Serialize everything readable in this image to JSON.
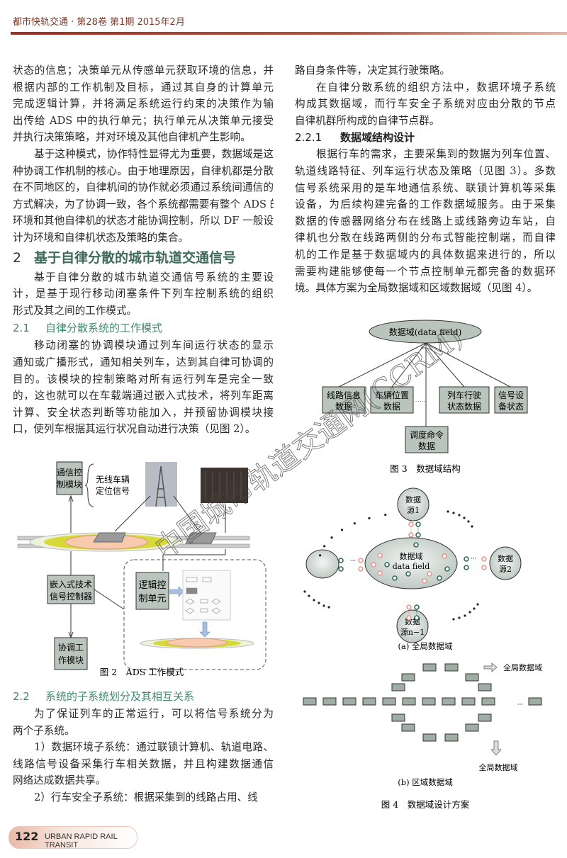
{
  "header": {
    "journal": "都市快轨交通 · 第28卷 第1期 2015年2月"
  },
  "left": [
    {
      "type": "p",
      "indent": false,
      "lines": [
        "状态的信息；决策单元从传感单元获取环境的信息，并",
        "根据内部的工作机制及目标，通过其自身的计算单元",
        "完成逻辑计算，并将满足系统运行约束的决策作为输",
        "出传给 ADS 中的执行单元；执行单元从决策单元接受",
        "并执行决策策略，并对环境及其他自律机产生影响。"
      ]
    },
    {
      "type": "p",
      "indent": true,
      "lines": [
        "基于这种模式，协作特性显得尤为重要，数据域是这",
        "种协调工作机制的核心。由于地理原因，自律机都是分散",
        "在不同地区的，自律机间的协作就必须通过系统间通信的",
        "方式解决，为了协调一致，各个系统都需要有整个 ADS 的",
        "环境和其他自律机的状态才能协调控制，所以 DF 一般设",
        "计为环境和自律机状态及策略的集合。"
      ]
    },
    {
      "type": "h2",
      "num": "2",
      "text": "基于自律分散的城市轨道交通信号"
    },
    {
      "type": "p",
      "indent": true,
      "lines": [
        "基于自律分散的城市轨道交通信号系统的主要设",
        "计，是基于现行移动闭塞条件下列车控制系统的组织",
        "形式及其之间的工作模式。"
      ]
    },
    {
      "type": "h3",
      "num": "2.1",
      "text": "自律分散系统的工作模式"
    },
    {
      "type": "p",
      "indent": true,
      "lines": [
        "移动闭塞的协调模块通过列车间运行状态的显示",
        "通知或广播形式，通知相关列车，达到其自律可协调的",
        "目的。该模块的控制策略对所有运行列车是完全一致",
        "的，这也就可以在车载端通过嵌入式技术，将列车距离",
        "计算、安全状态判断等功能加入，并预留协调模块接",
        "口，使列车根据其运行状况自动进行决策（见图 2）。"
      ]
    }
  ],
  "left2": [
    {
      "type": "h3",
      "num": "2.2",
      "text": "系统的子系统划分及其相互关系"
    },
    {
      "type": "p",
      "indent": true,
      "lines": [
        "为了保证列车的正常运行，可以将信号系统分为",
        "两个子系统。"
      ]
    },
    {
      "type": "p",
      "indent": true,
      "lines": [
        "1）数据环境子系统：通过联锁计算机、轨道电路、",
        "线路信号设备采集行车相关数据，并且构建数据通信",
        "网络达成数据共享。"
      ]
    },
    {
      "type": "p",
      "indent": true,
      "lines": [
        "2）行车安全子系统：根据采集到的线路占用、线"
      ]
    }
  ],
  "right": [
    {
      "type": "p",
      "indent": false,
      "lines": [
        "路自身条件等，决定其行驶策略。"
      ]
    },
    {
      "type": "p",
      "indent": true,
      "lines": [
        "在自律分散系统的组织方法中，数据环境子系统",
        "构成其数据域，而行车安全子系统对应由分散的节点",
        "自律机群所构成的自律节点群。"
      ]
    },
    {
      "type": "h3b",
      "num": "2.2.1",
      "text": "数据域结构设计"
    },
    {
      "type": "p",
      "indent": true,
      "lines": [
        "根据行车的需求，主要采集到的数据为列车位置、",
        "轨道线路特征、列车运行状态及策略（见图 3）。多数",
        "信号系统采用的是车地通信系统、联锁计算机等采集",
        "设备，为后续构建完备的工作数据域服务。由于采集",
        "数据的传感器网络分布在线路上或线路旁边车站，自",
        "律机也分散在线路两侧的分布式智能控制端，而自律",
        "机的工作是基于数据域内的具体数据来进行的，所以",
        "需要构建能够使每一个节点控制单元都完备的数据环",
        "境。具体方案为全局数据域和区域数据域（见图 4）。"
      ]
    }
  ],
  "fig2": {
    "comm_module": [
      "通信控",
      "制模块"
    ],
    "wireless": [
      "无线车辆",
      "定位信号"
    ],
    "embedded": [
      "嵌入式技术",
      "信号控制器"
    ],
    "logic": [
      "逻辑控",
      "制单元"
    ],
    "coord": [
      "协调工",
      "作模块"
    ],
    "caption": "图 2　ADS 工作模式"
  },
  "fig3": {
    "root": "数据域(data field)",
    "nodes": [
      [
        "线路信息",
        "数据"
      ],
      [
        "车辆位置",
        "数据"
      ],
      [
        "列车行驶",
        "状态数据"
      ],
      [
        "信号设",
        "备状态"
      ]
    ],
    "ellipsis": "……",
    "bottom": [
      "调度命令",
      "数据"
    ],
    "caption": "图 3　数据域结构"
  },
  "fig4": {
    "center": [
      "数据域",
      "data field"
    ],
    "source_top": [
      "数据",
      "源1"
    ],
    "source_right": [
      "数据",
      "源2"
    ],
    "source_bottom": [
      "数据",
      "源n−1"
    ],
    "dots": "···",
    "caption_a": "(a) 全局数据域",
    "global_label_right": "全局数据域",
    "global_label_down": "全局数据域",
    "row_ellipsis": "···",
    "caption_b": "(b) 区域数据域",
    "caption": "图 4　数据域设计方案"
  },
  "watermark": "中国城市轨道交通网(CCRM)",
  "footer": {
    "page": "122",
    "journal_en": "URBAN RAPID RAIL TRANSIT"
  },
  "colors": {
    "accent": "#9b2f22",
    "heading_green": "#3f8a72",
    "box_fill": "#b9c4bd"
  }
}
